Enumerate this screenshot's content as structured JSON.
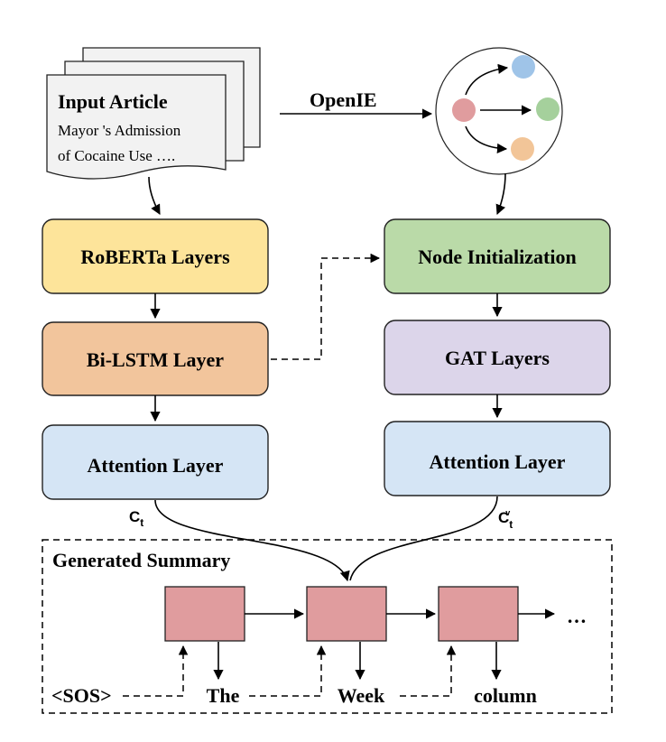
{
  "input_article": {
    "title": "Input Article",
    "line1": "Mayor 's Admission",
    "line2": "of Cocaine Use …."
  },
  "openie_label": "OpenIE",
  "graph_nodes": [
    {
      "name": "source",
      "color": "#e09c9e"
    },
    {
      "name": "blue",
      "color": "#9fc4e8"
    },
    {
      "name": "green",
      "color": "#a5d09c"
    },
    {
      "name": "orange",
      "color": "#f2c598"
    }
  ],
  "left_stack": {
    "roberta": {
      "label": "RoBERTa Layers",
      "fill": "#fde49a"
    },
    "bilstm": {
      "label": "Bi-LSTM Layer",
      "fill": "#f2c59c"
    },
    "attention": {
      "label": "Attention Layer",
      "fill": "#d5e5f5"
    }
  },
  "right_stack": {
    "node_init": {
      "label": "Node Initialization",
      "fill": "#badaa8"
    },
    "gat": {
      "label": "GAT Layers",
      "fill": "#dcd5ea"
    },
    "attention": {
      "label": "Attention Layer",
      "fill": "#d5e5f5"
    }
  },
  "context_labels": {
    "left": "C",
    "left_sub": "t",
    "right": "C",
    "right_sub": "t",
    "right_sup": "v"
  },
  "summary": {
    "title": "Generated Summary",
    "cell_fill": "#e09c9e",
    "tokens": [
      "<SOS>",
      "The",
      "Week",
      "column"
    ],
    "ellipsis": "…"
  }
}
